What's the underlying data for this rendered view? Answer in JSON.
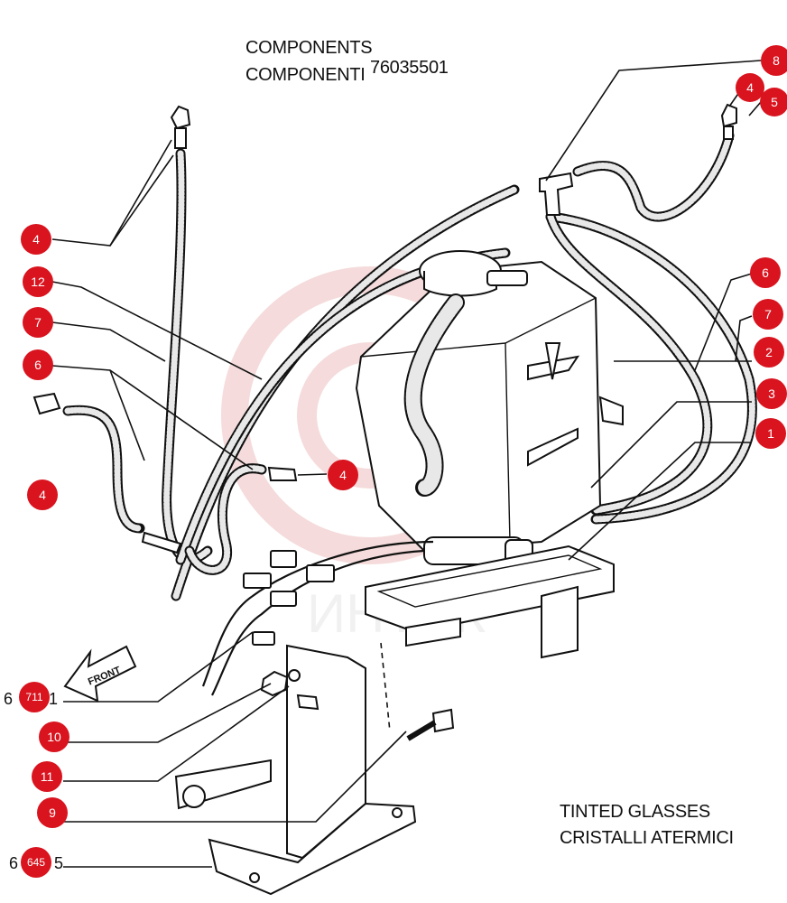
{
  "header": {
    "components_en": "COMPONENTS",
    "components_it": "COMPONENTI",
    "part_number": "76035501"
  },
  "footer_note": {
    "line1": "TINTED GLASSES",
    "line2": "CRISTALLI ATERMICI"
  },
  "front_arrow_label": "FRONT",
  "watermark_text": "ИНТЕК",
  "callouts": [
    {
      "id": "c8",
      "label": "8"
    },
    {
      "id": "c4a",
      "label": "4"
    },
    {
      "id": "c5",
      "label": "5"
    },
    {
      "id": "c4b",
      "label": "4"
    },
    {
      "id": "c12",
      "label": "12"
    },
    {
      "id": "c7a",
      "label": "7"
    },
    {
      "id": "c6a",
      "label": "6"
    },
    {
      "id": "c4c",
      "label": "4"
    },
    {
      "id": "c4d",
      "label": "4"
    },
    {
      "id": "c6b",
      "label": "6"
    },
    {
      "id": "c7b",
      "label": "7"
    },
    {
      "id": "c2",
      "label": "2"
    },
    {
      "id": "c3",
      "label": "3"
    },
    {
      "id": "c1",
      "label": "1"
    },
    {
      "id": "c711",
      "label": "711"
    },
    {
      "id": "c10",
      "label": "10"
    },
    {
      "id": "c11",
      "label": "11"
    },
    {
      "id": "c9",
      "label": "9"
    },
    {
      "id": "c645",
      "label": "645"
    }
  ],
  "ref_prefix_1": "6",
  "ref_suffix_1": "1",
  "ref_prefix_2": "6",
  "ref_suffix_2": "5",
  "colors": {
    "callout": "#d9141f",
    "ink": "#111111",
    "watermark": "#f3c9c9"
  }
}
